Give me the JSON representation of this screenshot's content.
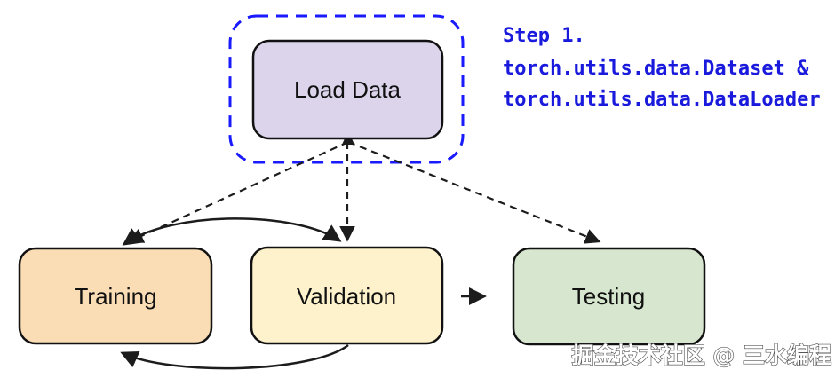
{
  "diagram": {
    "title_hint": "PyTorch data pipeline step 1 flow diagram",
    "container": {
      "name": "load-data-highlight",
      "border_color": "#1a1aff",
      "style": "dashed-rounded"
    },
    "nodes": {
      "load_data": {
        "label": "Load Data",
        "fill": "#dbd4ea",
        "border": "#111111"
      },
      "training": {
        "label": "Training",
        "fill": "#fadcb5",
        "border": "#111111"
      },
      "validation": {
        "label": "Validation",
        "fill": "#fdf2cb",
        "border": "#111111"
      },
      "testing": {
        "label": "Testing",
        "fill": "#d7e6ce",
        "border": "#111111"
      }
    },
    "annotation": {
      "color": "#1a1add",
      "lines": [
        "Step 1.",
        "torch.utils.data.Dataset &",
        "torch.utils.data.DataLoader"
      ]
    },
    "edges": [
      {
        "from": "load_data",
        "to": "training",
        "style": "dashed-arrow"
      },
      {
        "from": "load_data",
        "to": "validation",
        "style": "dashed-arrow-bidirectional"
      },
      {
        "from": "load_data",
        "to": "testing",
        "style": "dashed-arrow"
      },
      {
        "from": "training",
        "to": "validation",
        "style": "solid-curved-arrow-top"
      },
      {
        "from": "validation",
        "to": "training",
        "style": "solid-curved-arrow-bottom"
      },
      {
        "from": "validation",
        "to": "testing",
        "style": "solid-arrow"
      }
    ],
    "edge_color": "#1c1c1c",
    "watermark": "掘金技术社区 @ 三水编程"
  }
}
